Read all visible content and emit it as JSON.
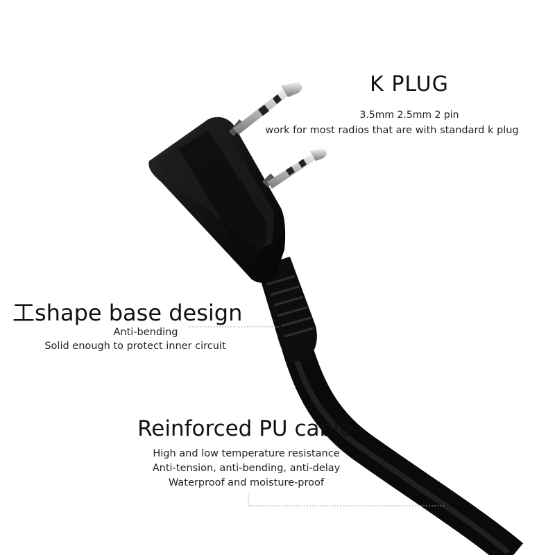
{
  "k_plug": {
    "title": "K PLUG",
    "line1": "3.5mm 2.5mm 2 pin",
    "line2": "work for most radios that are with standard k plug"
  },
  "base_design": {
    "title": "工shape base design",
    "line1": "Anti-bending",
    "line2": "Solid enough to protect inner circuit"
  },
  "pu_cable": {
    "title": "Reinforced PU cable",
    "lines": [
      "High and low temperature resistance",
      "Anti-tension, anti-bending, anti-delay",
      "Waterproof and moisture-proof"
    ]
  },
  "colors": {
    "background": "#ffffff",
    "plug_body": "#141414",
    "pin_metal": "#c9c9c9",
    "callout_line": "#d08a8a"
  }
}
